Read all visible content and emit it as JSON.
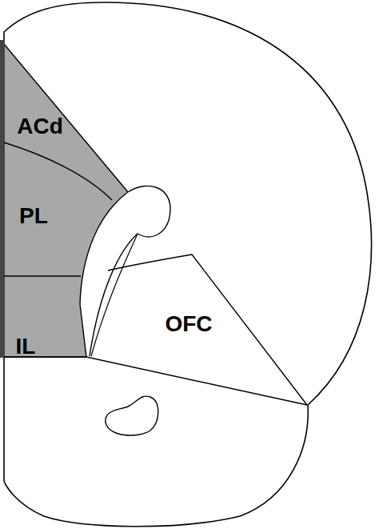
{
  "diagram": {
    "labels": [
      "ACd",
      "PL",
      "IL",
      "OFC"
    ]
  }
}
